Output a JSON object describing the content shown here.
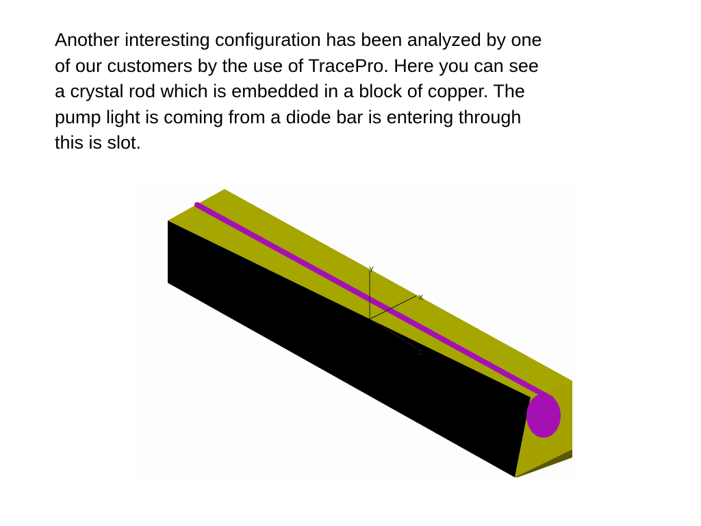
{
  "slide": {
    "text_lines": [
      "Another interesting configuration has been analyzed by one",
      "of our customers by the use of TracePro. Here you can see",
      "a crystal rod which is embedded in a block of copper. The",
      "pump light is coming from a diode bar is entering through",
      "this is slot."
    ]
  },
  "figure": {
    "axes": {
      "y_label": "Y",
      "x_label": "X",
      "z_label": "Z"
    },
    "colors": {
      "block_top": "#a5a600",
      "block_side": "#000000",
      "block_end_face": "#a3a000",
      "block_end_shade": "#5a5800",
      "rod": "#a510b3",
      "axes": "#222222"
    }
  }
}
